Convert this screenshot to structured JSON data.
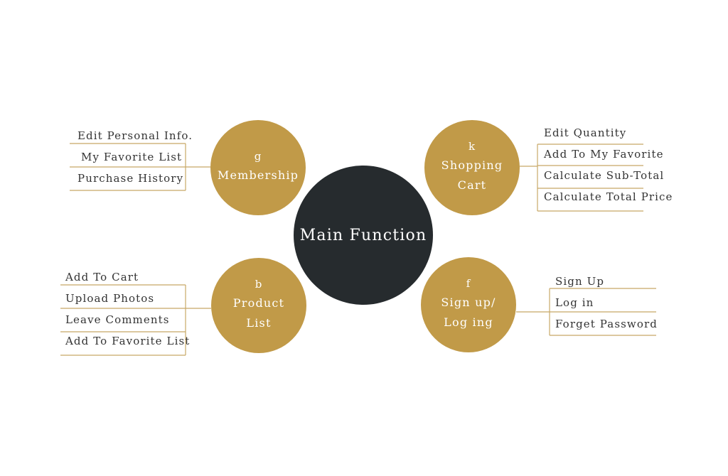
{
  "center": {
    "title": "Main Function"
  },
  "branches": {
    "membership": {
      "letter": "g",
      "label": "Membership",
      "items": [
        "Edit Personal Info.",
        "My Favorite List",
        "Purchase History"
      ]
    },
    "shopping_cart": {
      "letter": "k",
      "label_line1": "Shopping",
      "label_line2": "Cart",
      "items": [
        "Edit Quantity",
        "Add To My Favorite",
        "Calculate Sub-Total",
        "Calculate Total Price"
      ]
    },
    "product_list": {
      "letter": "b",
      "label_line1": "Product",
      "label_line2": "List",
      "items": [
        "Add To Cart",
        "Upload Photos",
        "Leave Comments",
        "Add To Favorite List"
      ]
    },
    "signup": {
      "letter": "f",
      "label_line1": "Sign up/",
      "label_line2": "Log ing",
      "items": [
        "Sign Up",
        "Log in",
        "Forget Password"
      ]
    }
  },
  "colors": {
    "center_fill": "#262b2e",
    "branch_fill": "#c19a48",
    "line": "#c8a866",
    "text_on_circle": "#ffffff",
    "item_text": "#333333"
  }
}
